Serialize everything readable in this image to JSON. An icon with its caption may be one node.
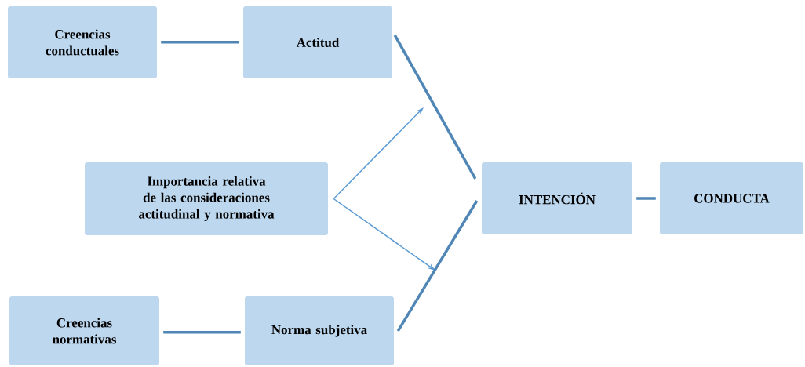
{
  "diagram": {
    "nodes": [
      {
        "text": [
          "Creencias conductuales"
        ]
      },
      {
        "text": [
          "Actitud"
        ]
      },
      {
        "text": [
          "Importancia relativa de las consideraciones actitudinal y normativa"
        ]
      },
      {
        "text": [
          "INTENCIÓN"
        ]
      },
      {
        "text": [
          "CONDUCTA"
        ]
      },
      {
        "text": [
          "Creencias normativas"
        ]
      },
      {
        "text": [
          "Norma subjetiva"
        ]
      }
    ],
    "edges": [
      {
        "from": 0,
        "to": 1,
        "arrow": "none"
      },
      {
        "from": 1,
        "to": 3,
        "arrow": "none"
      },
      {
        "from": 2,
        "to": null,
        "arrow": "to",
        "color": "#5b9bd5"
      },
      {
        "from": 2,
        "to": null,
        "arrow": "to",
        "color": "#5b9bd5"
      },
      {
        "from": 6,
        "to": 3,
        "arrow": "none"
      },
      {
        "from": 5,
        "to": 6,
        "arrow": "none"
      },
      {
        "from": 3,
        "to": 4,
        "arrow": "none"
      }
    ]
  }
}
